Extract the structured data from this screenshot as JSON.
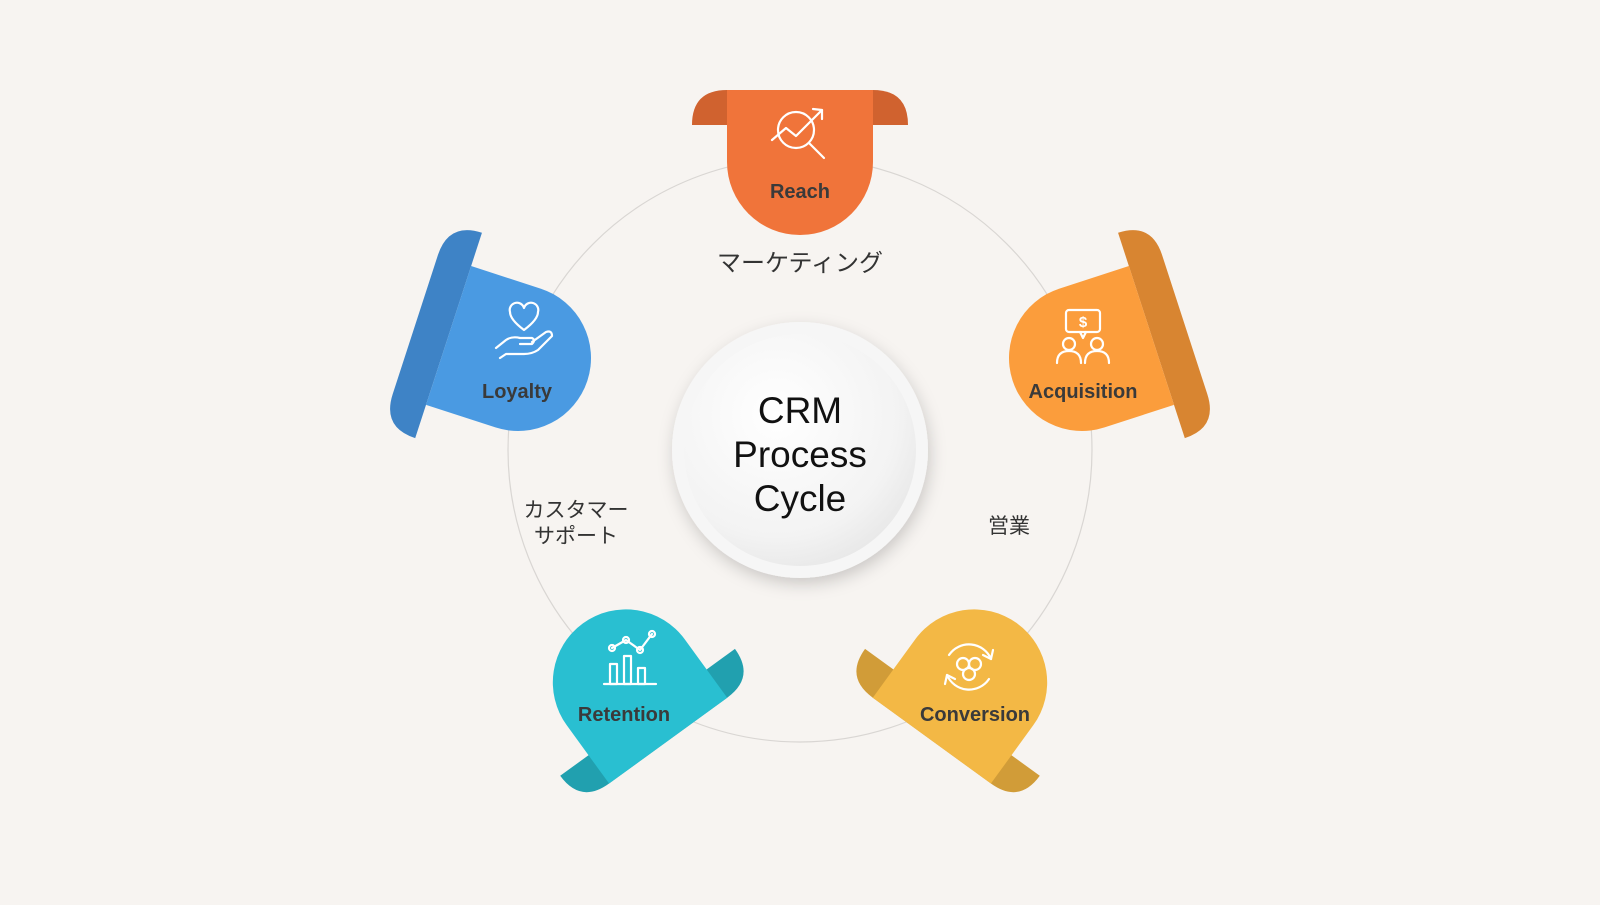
{
  "center": {
    "lines": [
      "CRM",
      "Process",
      "Cycle"
    ]
  },
  "steps": [
    {
      "label": "Reach",
      "icon": "growth-search-icon",
      "color": "#f0743a",
      "fold": "#d0622f"
    },
    {
      "label": "Acquisition",
      "icon": "customer-payment-icon",
      "color": "#fb9d3c",
      "fold": "#d88531"
    },
    {
      "label": "Conversion",
      "icon": "conversion-cycle-icon",
      "color": "#f3b845",
      "fold": "#d19c38"
    },
    {
      "label": "Retention",
      "icon": "growth-chart-icon",
      "color": "#29bfd1",
      "fold": "#21a0af"
    },
    {
      "label": "Loyalty",
      "icon": "heart-hand-icon",
      "color": "#4a9ae2",
      "fold": "#3e83c6"
    }
  ],
  "phases": {
    "marketing": "マーケティング",
    "sales": "営業",
    "support_line1": "カスタマー",
    "support_line2": "サポート"
  }
}
